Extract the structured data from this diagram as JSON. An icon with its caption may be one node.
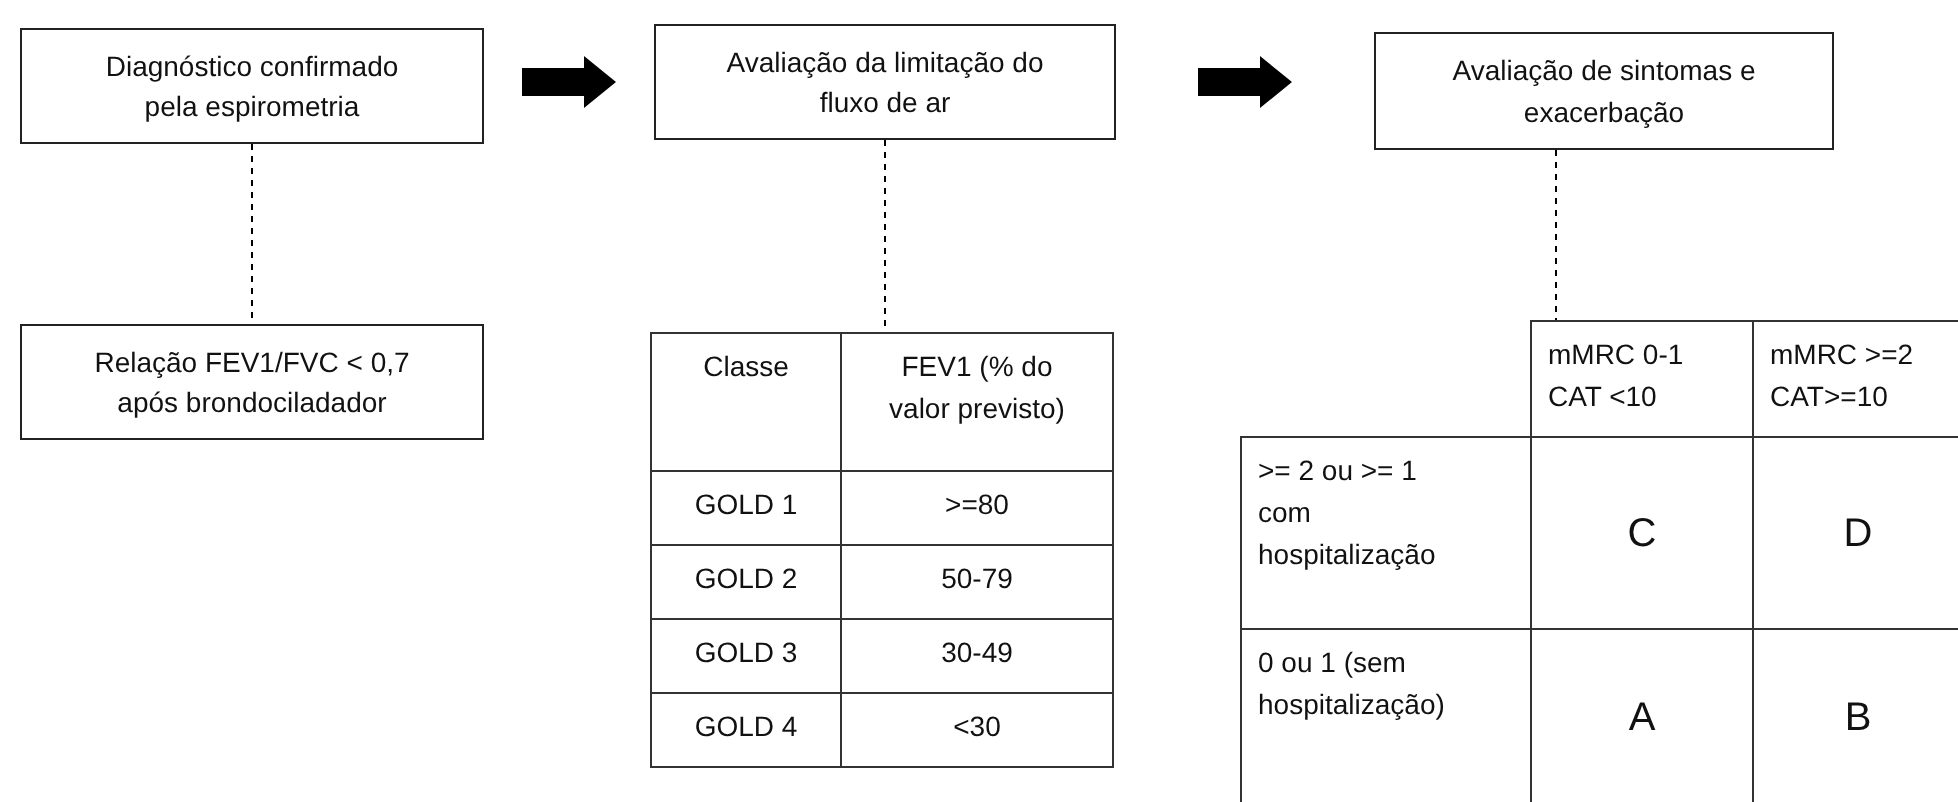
{
  "diagram": {
    "nodes": [
      {
        "text": [
          "Diagnóstico confirmado pela espirometria"
        ]
      },
      {
        "text": [
          "Avaliação da limitação do fluxo de ar"
        ]
      },
      {
        "text": [
          "Avaliação de sintomas e exacerbação"
        ]
      },
      {
        "text": [
          "Relação FEV1/FVC < 0,7 após brondociladador"
        ]
      },
      {
        "text": [
          "Classe",
          "FEV1 (% do valor previsto)",
          "GOLD 1",
          ">=80",
          "GOLD 2",
          "50-79",
          "GOLD 3",
          "30-49",
          "GOLD 4",
          "<30"
        ]
      },
      {
        "text": [
          "mMRC 0-1 CAT <10",
          "mMRC >=2 CAT>=10",
          ">= 2 ou >= 1 com hospitalização",
          "C",
          "D",
          "0 ou 1 (sem hospitalização)",
          "A",
          "B"
        ]
      }
    ],
    "edges": [
      {
        "from": 0,
        "to": 1,
        "arrow": "to",
        "style": "thick"
      },
      {
        "from": 1,
        "to": 2,
        "arrow": "to",
        "style": "thick"
      },
      {
        "from": 0,
        "to": 3,
        "arrow": "none",
        "style": "dashed"
      },
      {
        "from": 1,
        "to": 4,
        "arrow": "none",
        "style": "dashed"
      },
      {
        "from": 2,
        "to": 5,
        "arrow": "none",
        "style": "dashed"
      }
    ]
  }
}
